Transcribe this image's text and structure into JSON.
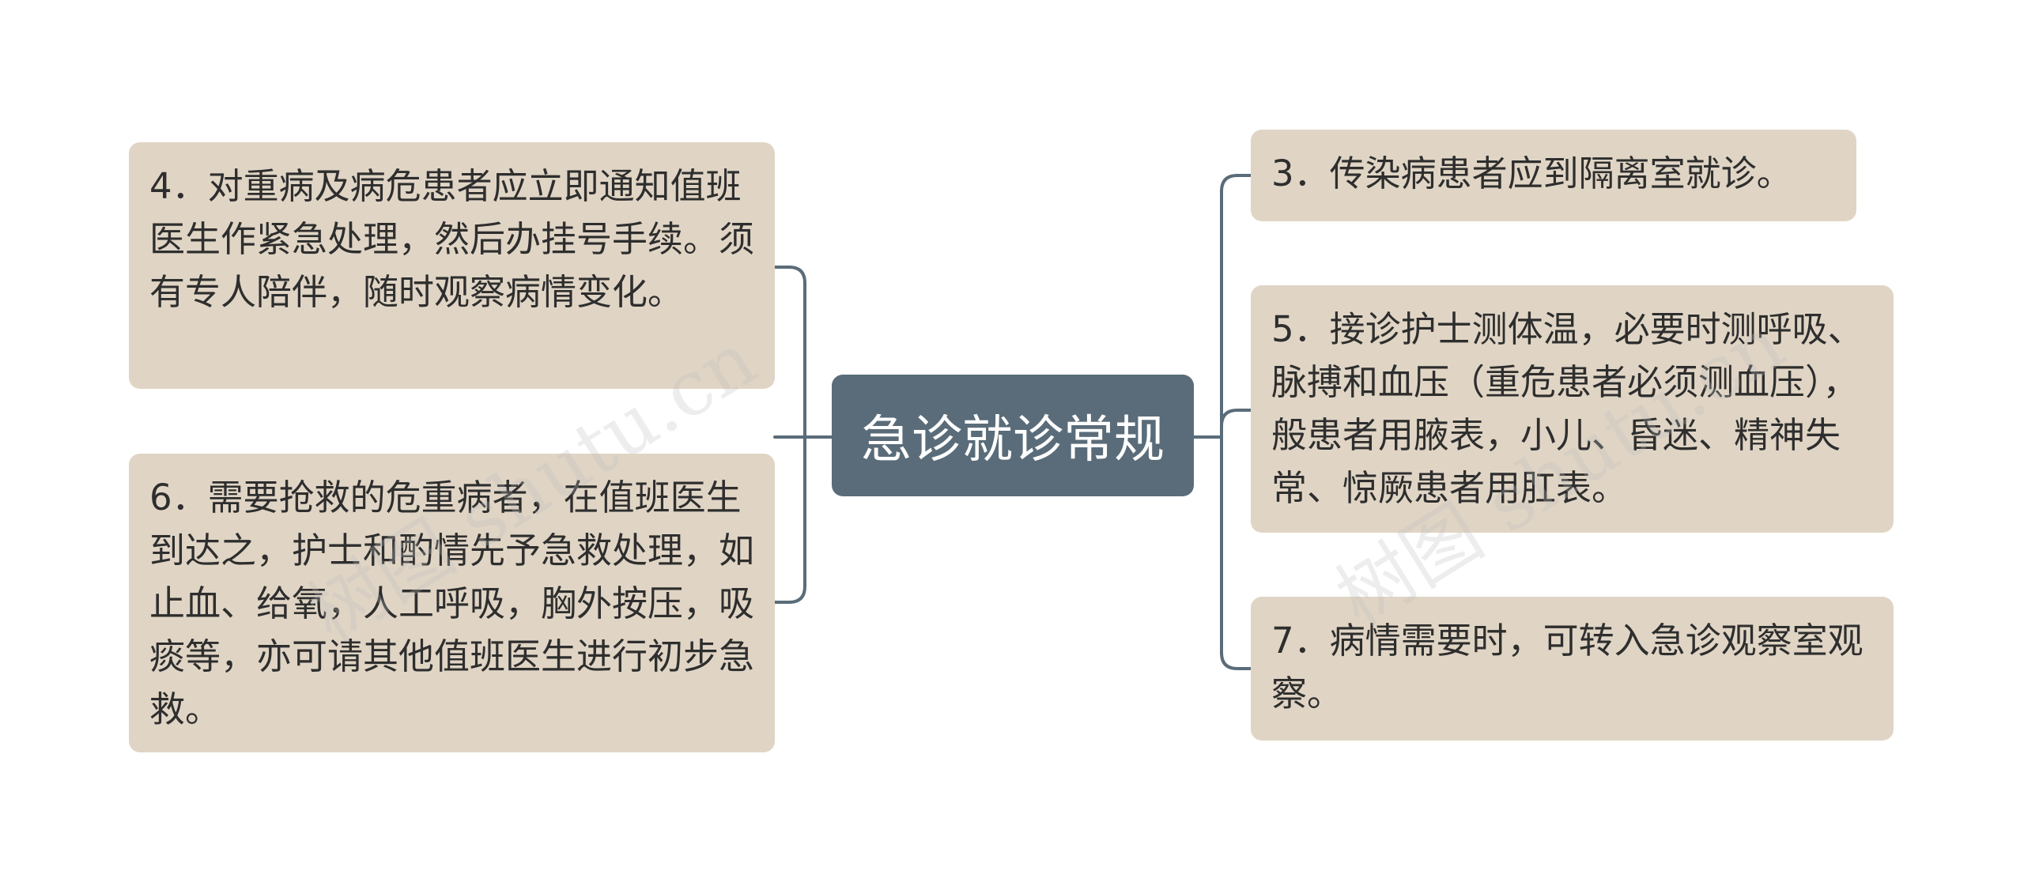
{
  "center": {
    "title": "急诊就诊常规"
  },
  "left": [
    {
      "text": "4．对重病及病危患者应立即通知值班医生作紧急处理，然后办挂号手续。须有专人陪伴，随时观察病情变化。"
    },
    {
      "text": "6．需要抢救的危重病者，在值班医生到达之，护士和酌情先予急救处理，如止血、给氧，人工呼吸，胸外按压，吸痰等，亦可请其他值班医生进行初步急救。"
    }
  ],
  "right": [
    {
      "text": "3．传染病患者应到隔离室就诊。"
    },
    {
      "text": "5．接诊护士测体温，必要时测呼吸、脉搏和血压（重危患者必须测血压），般患者用腋表，小儿、昏迷、精神失常、惊厥患者用肛表。"
    },
    {
      "text": "7．病情需要时，可转入急诊观察室观察。"
    }
  ],
  "watermark": [
    "树图 shutu.cn",
    "树图 shutu.cn"
  ],
  "colors": {
    "center_fill": "#5a6c79",
    "leaf_fill": "#e0d5c5",
    "connector": "#5a6c79",
    "background": "#ffffff"
  }
}
